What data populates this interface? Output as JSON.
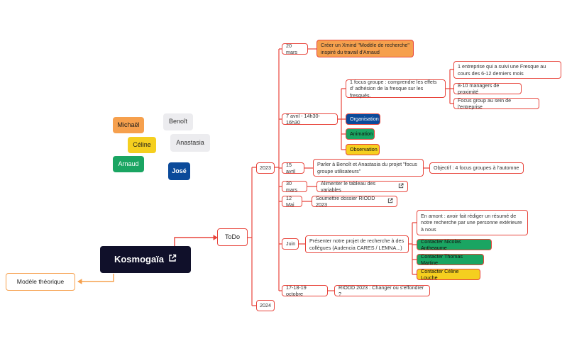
{
  "root": {
    "label": "Kosmogaïa",
    "icon": "external-link-icon"
  },
  "modele": {
    "label": "Modèle théorique"
  },
  "todo": {
    "label": "ToDo"
  },
  "years": {
    "y2023": "2023",
    "y2024": "2024"
  },
  "people": [
    {
      "name": "Michaël",
      "color": "#f6a04d"
    },
    {
      "name": "Benoît",
      "color": "#ececef"
    },
    {
      "name": "Céline",
      "color": "#f5cf1f"
    },
    {
      "name": "Anastasia",
      "color": "#ececef"
    },
    {
      "name": "Arnaud",
      "color": "#1aa562"
    },
    {
      "name": "José",
      "color": "#0b4a9a"
    }
  ],
  "dates": {
    "d1": "20 mars",
    "d2": "7 avril - 14h30-16h30",
    "d3": "15 avril",
    "d4": "30 mars",
    "d5": "12 Mai",
    "d6": "Juin",
    "d7": "17-18-19 octobre"
  },
  "tasks": {
    "xmind": "Créer un Xmind \"Modèle de recherche\" inspiré du travail d'Arnaud",
    "focus": "1 focus groupe : comprendre les effets d' adhésion de la fresque sur les fresqués.",
    "focus_sub1": "1 entreprise qui a suivi une Fresque au cours des 6-12 derniers mois",
    "focus_sub2": "8-10 managers de proximité",
    "focus_sub3": "Focus group au sein de l'entreprise",
    "organisation": "Organisation",
    "animation": "Animation",
    "observation": "Observation",
    "parler": "Parler à Benoît et Anastasia du projet \"focus groupe utilisateurs\"",
    "objectif": "Objectif : 4 focus groupes à l'automne",
    "alimenter": "Alimenter le tableau des variables",
    "soumettre": "Soumettre dossier RIODD 2023",
    "presenter": "Présenter notre projet de recherche à des collègues (Audencia CARES / LEMNA...)",
    "amont": "En amont : avoir fait rédiger un résumé de notre recherche par une personne extérieure à nous",
    "contact1": "Contacter Nicolas Antheaume",
    "contact2": "Contacter Thomas Martine",
    "contact3": "Contacter Céline Louche",
    "riodd": "RIODD 2023 : Changer ou s'effondrer ?"
  },
  "colors": {
    "branch": "#e8453c",
    "orange": "#f6a04d",
    "dark": "#10102a",
    "navy": "#0b4a9a",
    "green": "#1aa562",
    "yellow": "#f5cf1f"
  }
}
